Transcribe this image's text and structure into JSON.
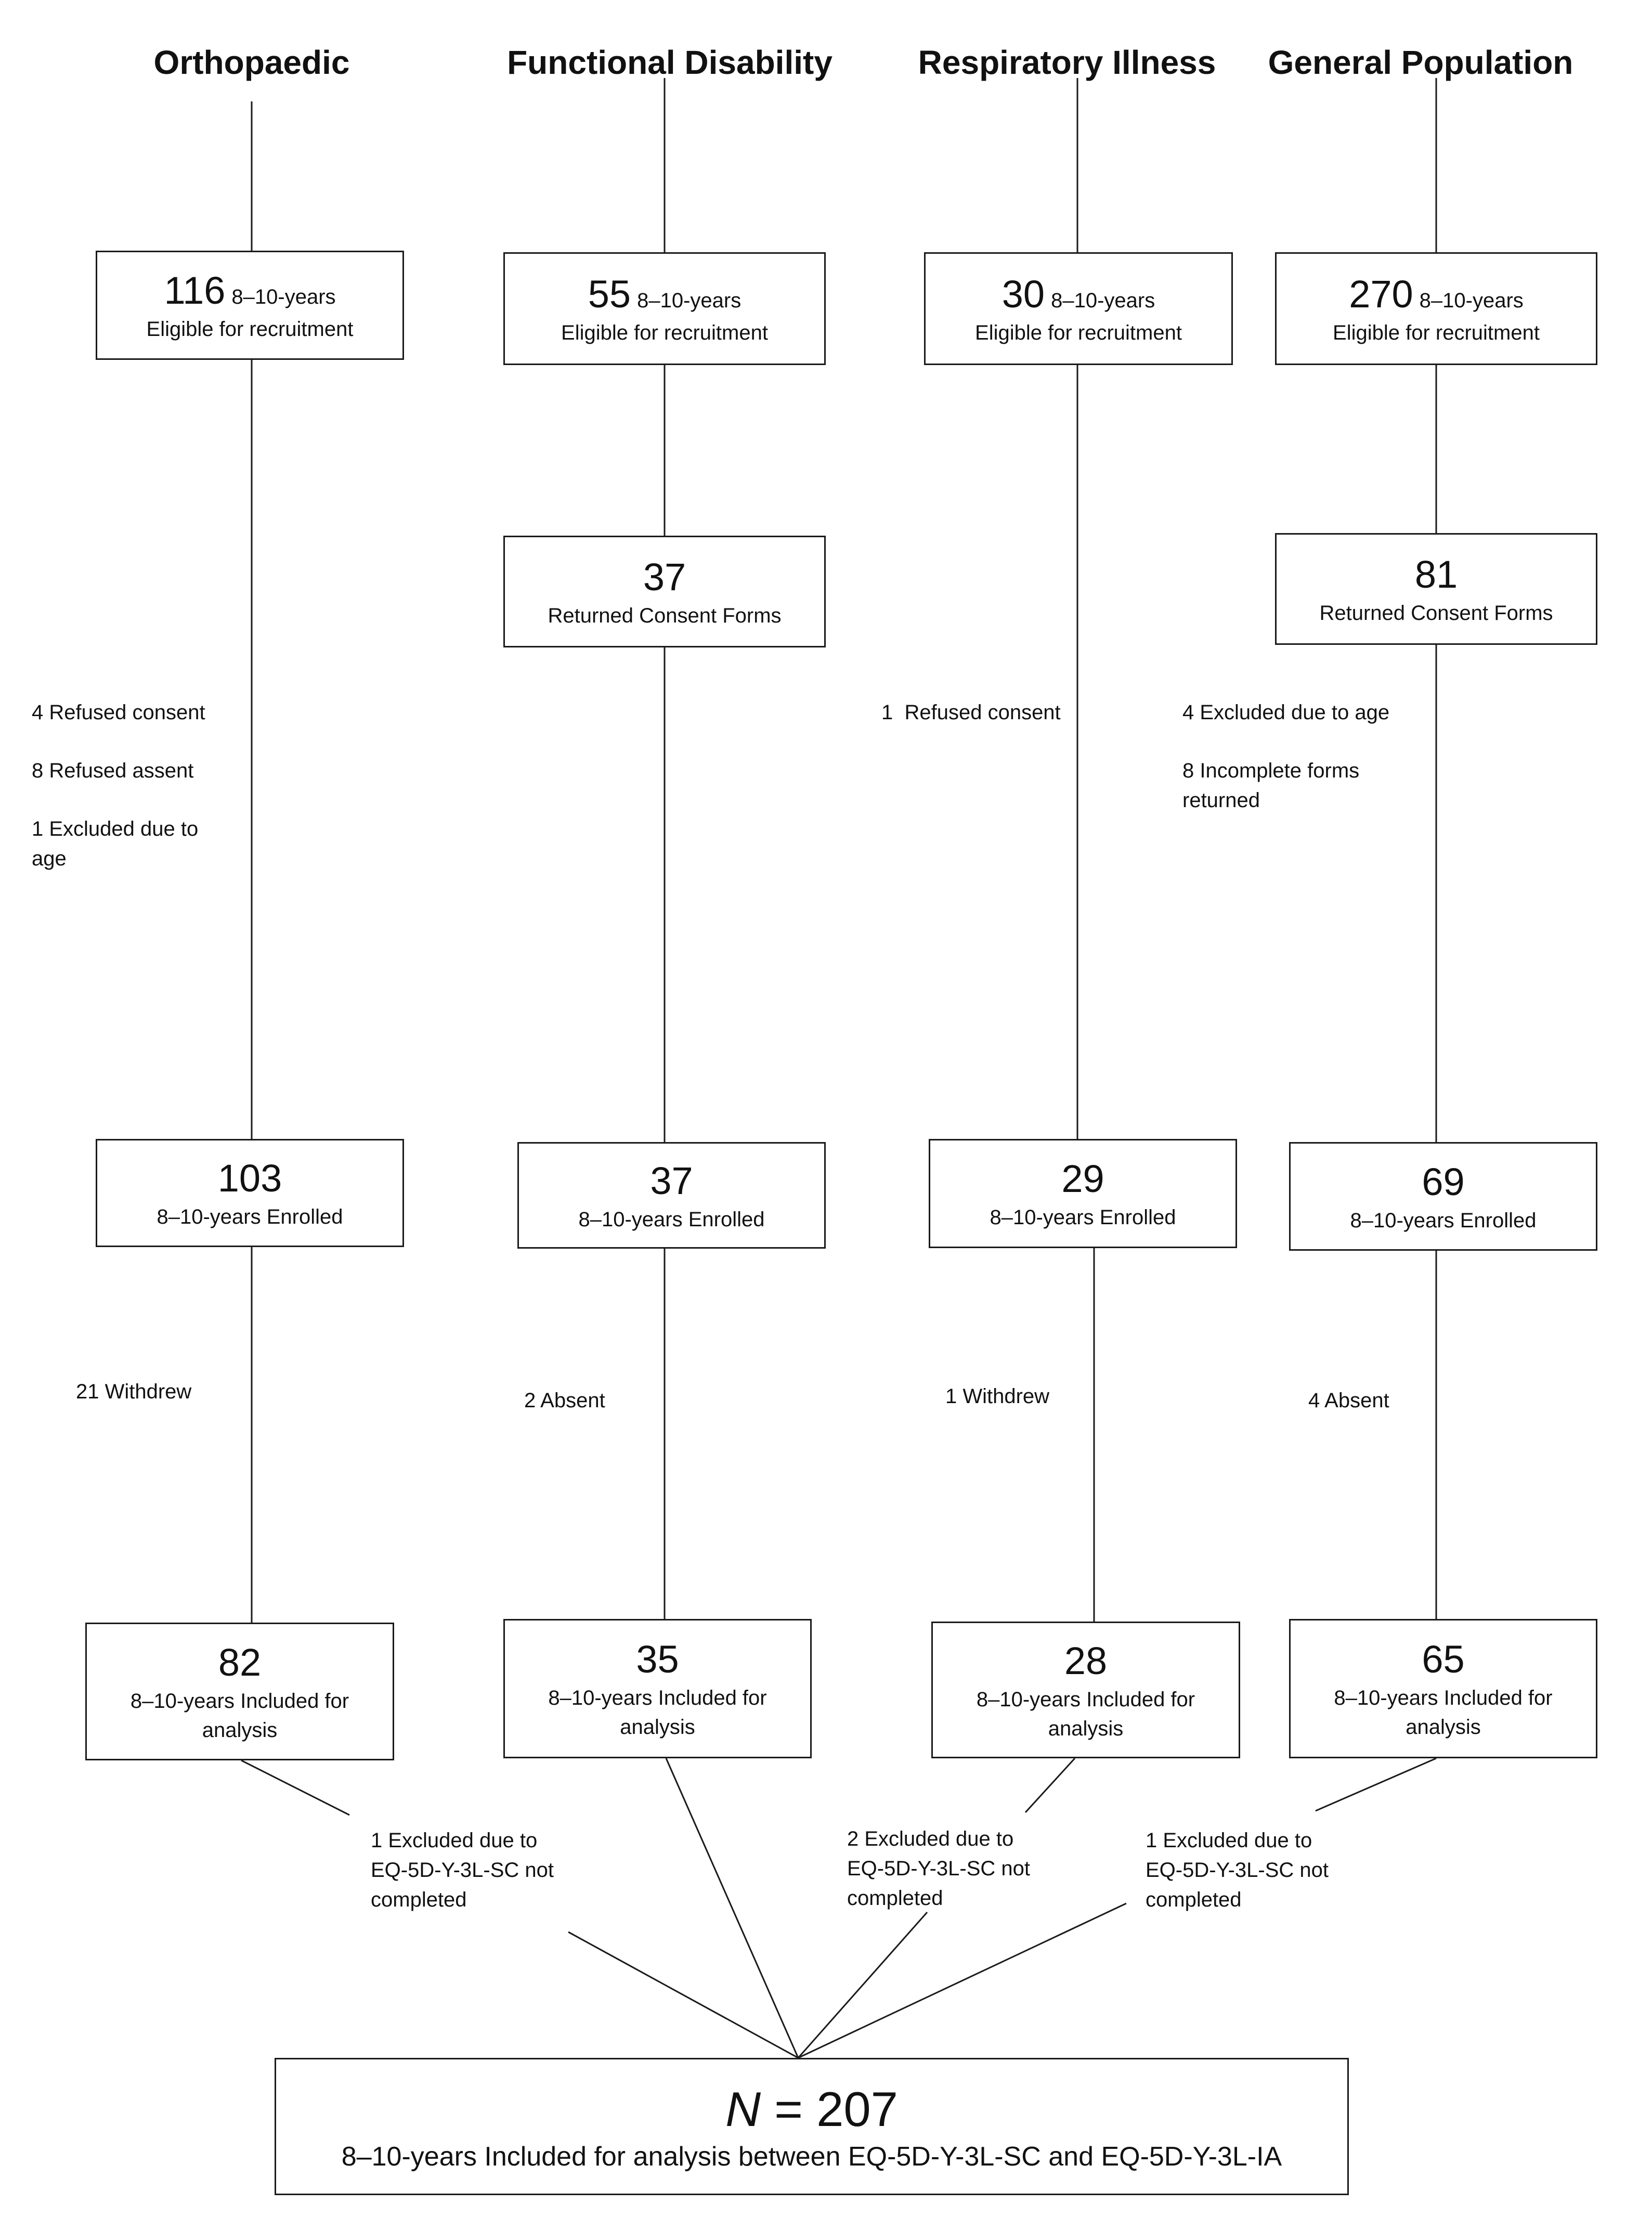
{
  "columns": [
    {
      "header": "Orthopaedic"
    },
    {
      "header": "Functional Disability"
    },
    {
      "header": "Respiratory Illness"
    },
    {
      "header": "General Population"
    }
  ],
  "eligible": [
    {
      "n": "116",
      "unit": "8–10-years",
      "label": "Eligible for recruitment"
    },
    {
      "n": "55",
      "unit": "8–10-years",
      "label": "Eligible for recruitment"
    },
    {
      "n": "30",
      "unit": "8–10-years",
      "label": "Eligible for recruitment"
    },
    {
      "n": "270",
      "unit": "8–10-years",
      "label": "Eligible for recruitment"
    }
  ],
  "consent": [
    {
      "n": "37",
      "label": "Returned Consent Forms"
    },
    {
      "n": "81",
      "label": "Returned Consent Forms"
    }
  ],
  "exclusions_1": {
    "orthopaedic": [
      "4 Refused consent",
      "8 Refused assent",
      "1 Excluded due to",
      "age"
    ],
    "respiratory": [
      "1  Refused consent"
    ],
    "general": [
      "4 Excluded due to age",
      "8 Incomplete forms",
      "returned"
    ]
  },
  "enrolled": [
    {
      "n": "103",
      "label": "8–10-years Enrolled"
    },
    {
      "n": "37",
      "label": "8–10-years Enrolled"
    },
    {
      "n": "29",
      "label": "8–10-years Enrolled"
    },
    {
      "n": "69",
      "label": "8–10-years Enrolled"
    }
  ],
  "exclusions_2": [
    "21 Withdrew",
    "2 Absent",
    "1 Withdrew",
    "4 Absent"
  ],
  "included": [
    {
      "n": "82",
      "label1": "8–10-years Included for",
      "label2": "analysis"
    },
    {
      "n": "35",
      "label1": "8–10-years Included for",
      "label2": "analysis"
    },
    {
      "n": "28",
      "label1": "8–10-years Included for",
      "label2": "analysis"
    },
    {
      "n": "65",
      "label1": "8–10-years Included for",
      "label2": "analysis"
    }
  ],
  "exclusions_3": [
    [
      "1 Excluded due to",
      "EQ-5D-Y-3L-SC not",
      "completed"
    ],
    [
      "2 Excluded due to",
      "EQ-5D-Y-3L-SC not",
      "completed"
    ],
    [
      "1 Excluded due to",
      "EQ-5D-Y-3L-SC not",
      "completed"
    ]
  ],
  "final": {
    "n_symbol": "N",
    "n_rest": " = 207",
    "label": "8–10-years Included for analysis between EQ-5D-Y-3L-SC and EQ-5D-Y-3L-IA"
  }
}
